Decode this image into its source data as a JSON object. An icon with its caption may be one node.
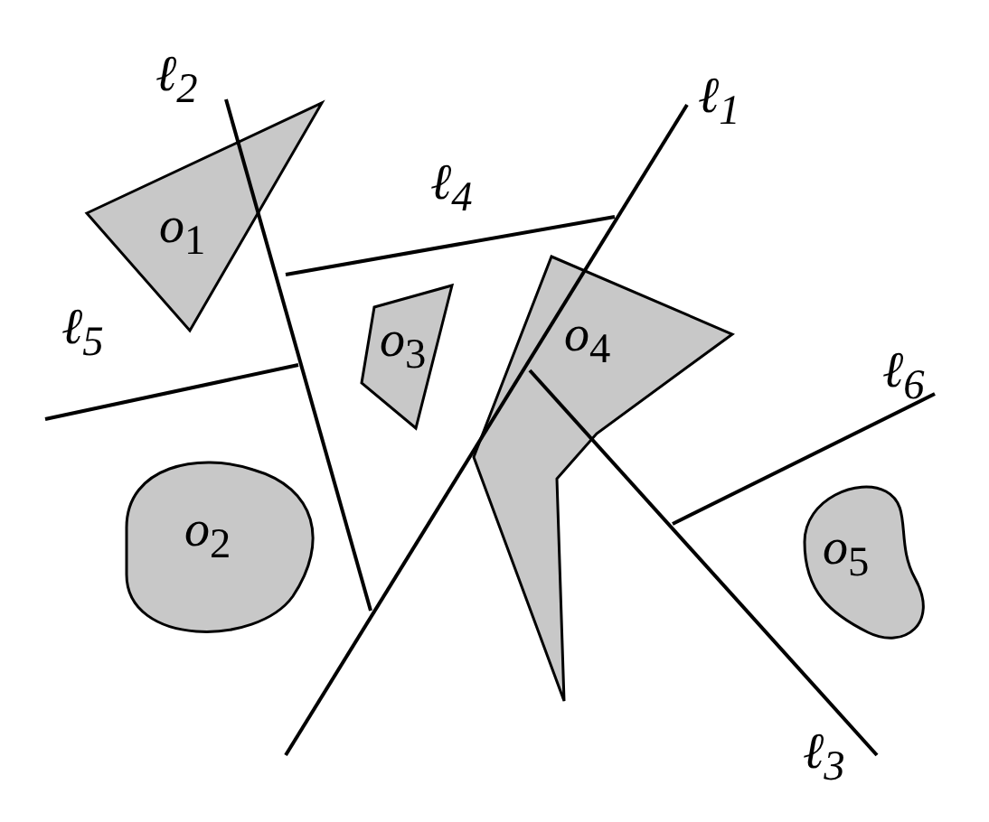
{
  "diagram": {
    "nodes": [
      {
        "text": [
          "*o*$_{1}$"
        ]
      },
      {
        "text": [
          "*o*$_{2}$"
        ]
      },
      {
        "text": [
          "*o*$_{3}$"
        ]
      },
      {
        "text": [
          "*o*$_{4}$"
        ]
      },
      {
        "text": [
          "*o*$_{5}$"
        ]
      }
    ],
    "labels": [
      "ℓ$_{2}$",
      "ℓ$_{1}$",
      "ℓ$_{4}$",
      "ℓ$_{5}$",
      "ℓ$_{6}$",
      "ℓ$_{3}$"
    ]
  }
}
